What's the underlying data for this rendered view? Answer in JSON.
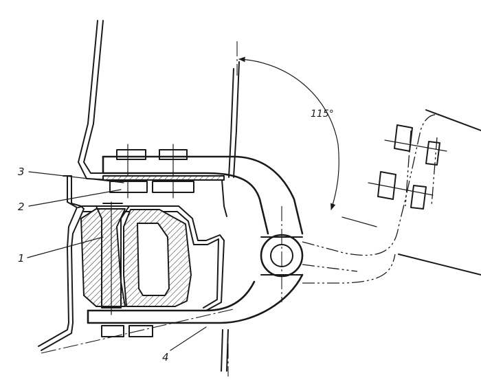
{
  "callouts": [
    {
      "id": "1",
      "text": "1"
    },
    {
      "id": "2",
      "text": "2"
    },
    {
      "id": "3",
      "text": "3"
    },
    {
      "id": "4",
      "text": "4"
    }
  ],
  "angle_label": "115°"
}
